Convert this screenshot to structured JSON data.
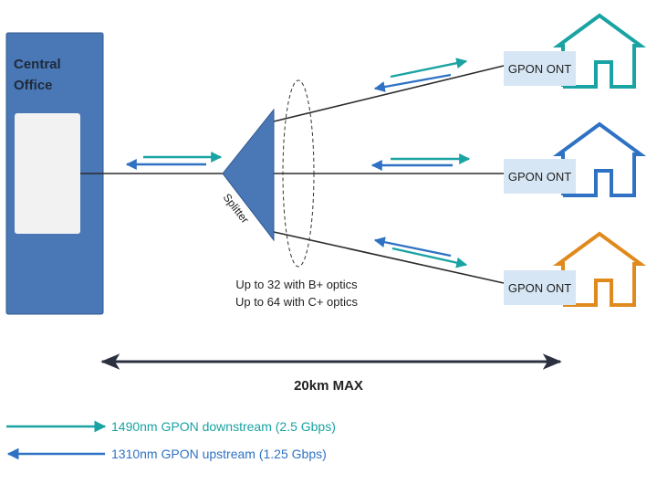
{
  "central_office": {
    "label_line1": "Central",
    "label_line2": "Office"
  },
  "splitter": {
    "label": "Splitter",
    "capacity_line1": "Up to 32 with B+ optics",
    "capacity_line2": "Up to 64 with C+ optics"
  },
  "onts": [
    {
      "label": "GPON ONT",
      "house_color": "#1aa3a3",
      "house_icon": "house-icon"
    },
    {
      "label": "GPON ONT",
      "house_color": "#2f72c4",
      "house_icon": "house-icon"
    },
    {
      "label": "GPON ONT",
      "house_color": "#e08a1e",
      "house_icon": "house-icon"
    }
  ],
  "distance": {
    "label": "20km MAX"
  },
  "legend": {
    "downstream": {
      "label": "1490nm GPON downstream (2.5 Gbps)",
      "color": "#1aa3a3"
    },
    "upstream": {
      "label": "1310nm GPON upstream (1.25 Gbps)",
      "color": "#2f72c4"
    }
  },
  "colors": {
    "co_fill": "#4a77b5",
    "co_panel": "#f2f2f2",
    "ont_box": "#d6e6f4",
    "fiber": "#2b2b2b",
    "dark_arrow": "#2b3040"
  }
}
